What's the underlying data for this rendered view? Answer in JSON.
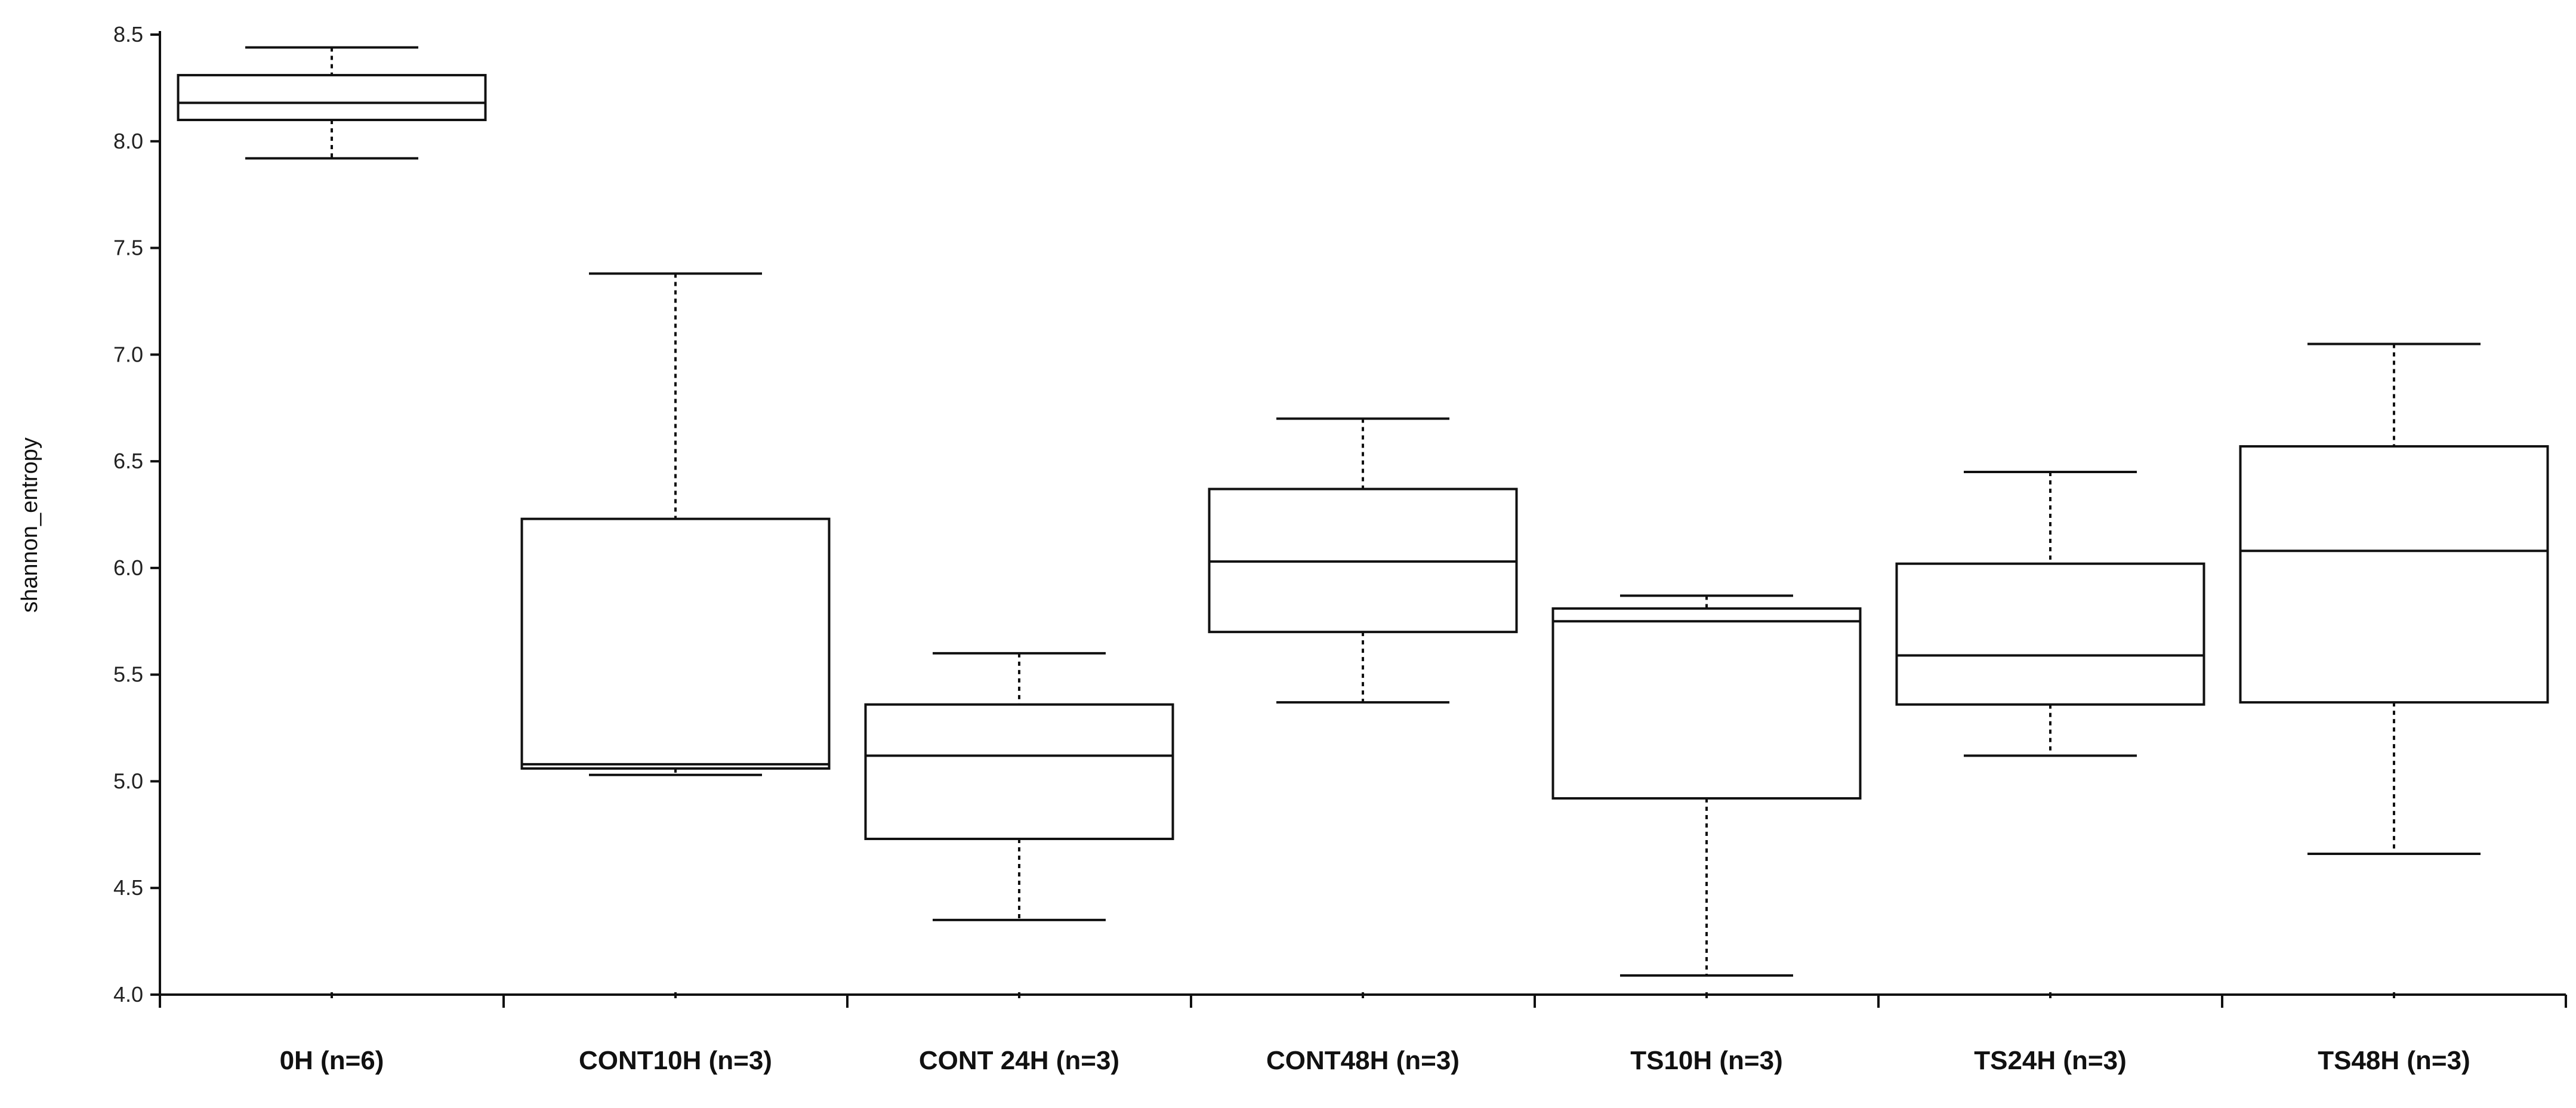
{
  "chart_data": {
    "type": "box",
    "title": "",
    "xlabel": "",
    "ylabel": "shannon_entropy",
    "ylim": [
      4.0,
      8.5
    ],
    "yticks": [
      "4.0",
      "4.5",
      "5.0",
      "5.5",
      "6.0",
      "6.5",
      "7.0",
      "7.5",
      "8.0",
      "8.5"
    ],
    "grid": false,
    "categories": [
      "0H (n=6)",
      "CONT10H (n=3)",
      "CONT 24H (n=3)",
      "CONT48H (n=3)",
      "TS10H (n=3)",
      "TS24H (n=3)",
      "TS48H (n=3)"
    ],
    "boxes": [
      {
        "min": 7.92,
        "q1": 8.1,
        "median": 8.18,
        "q3": 8.31,
        "max": 8.44
      },
      {
        "min": 5.03,
        "q1": 5.06,
        "median": 5.08,
        "q3": 6.23,
        "max": 7.38
      },
      {
        "min": 4.35,
        "q1": 4.73,
        "median": 5.12,
        "q3": 5.36,
        "max": 5.6
      },
      {
        "min": 5.37,
        "q1": 5.7,
        "median": 6.03,
        "q3": 6.37,
        "max": 6.7
      },
      {
        "min": 4.09,
        "q1": 4.92,
        "median": 5.75,
        "q3": 5.81,
        "max": 5.87
      },
      {
        "min": 5.12,
        "q1": 5.36,
        "median": 5.59,
        "q3": 6.02,
        "max": 6.45
      },
      {
        "min": 4.66,
        "q1": 5.37,
        "median": 6.08,
        "q3": 6.57,
        "max": 7.05
      }
    ]
  }
}
